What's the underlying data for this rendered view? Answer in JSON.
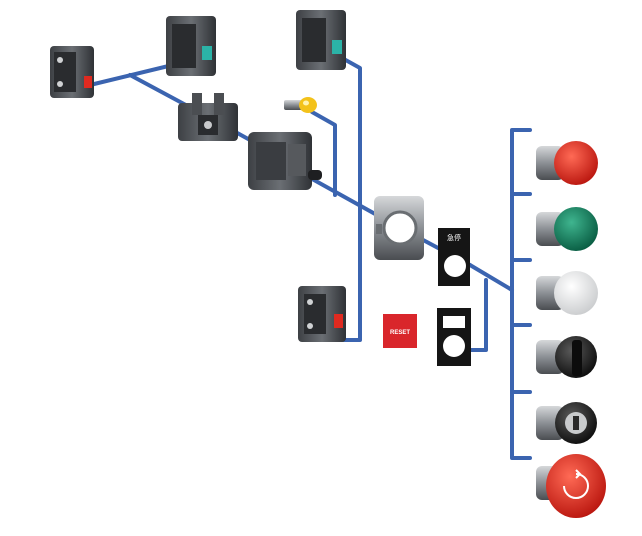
{
  "diagram": {
    "colors": {
      "connector": "#3b64b0",
      "housing_dark": "#5a5e63",
      "housing_light": "#9ea2a6",
      "red": "#e02a20",
      "green": "#0f7b5c",
      "white_lens": "#f4f4f4",
      "black": "#151515",
      "bulb_yellow": "#f3c21b",
      "label_red": "#d9262b",
      "teal_contact": "#2bb3a7"
    },
    "labels": {
      "reset_plate": "RESET",
      "legend_plate": "急停"
    },
    "operators": [
      {
        "name": "red-flush-pushbutton",
        "color": "red"
      },
      {
        "name": "green-flush-pushbutton",
        "color": "green"
      },
      {
        "name": "white-illuminated-pushbutton",
        "color": "white"
      },
      {
        "name": "black-selector-switch",
        "color": "black"
      },
      {
        "name": "key-selector-switch",
        "color": "black"
      },
      {
        "name": "emergency-stop-mushroom",
        "color": "red"
      }
    ]
  }
}
